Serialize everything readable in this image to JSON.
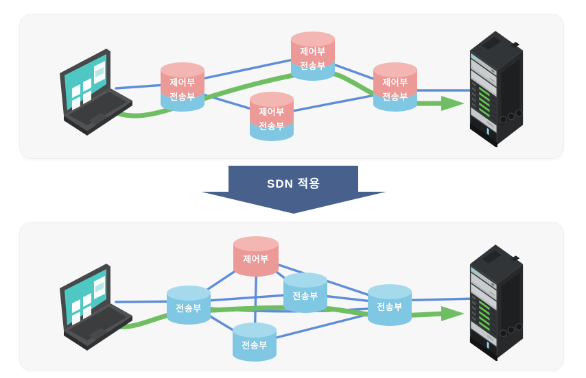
{
  "arrow": {
    "label": "SDN 적용"
  },
  "colors": {
    "panel_bg": "#f7f7f8",
    "line_blue": "#5e8dd8",
    "line_green": "#6fbe62",
    "control_fill": "#ec9a97",
    "control_top": "#f3b6b2",
    "forward_fill": "#7fc7e2",
    "forward_top": "#a5daed",
    "arrow_fill": "#47618c"
  },
  "icons": {
    "laptop": "laptop-icon",
    "server": "server-rack-icon"
  },
  "before": {
    "nodes": [
      {
        "control": "제어부",
        "forward": "전송부"
      },
      {
        "control": "제어부",
        "forward": "전송부"
      },
      {
        "control": "제어부",
        "forward": "전송부"
      },
      {
        "control": "제어부",
        "forward": "전송부"
      }
    ]
  },
  "after": {
    "controller": {
      "label": "제어부"
    },
    "switches": [
      {
        "label": "전송부"
      },
      {
        "label": "전송부"
      },
      {
        "label": "전송부"
      },
      {
        "label": "전송부"
      }
    ]
  }
}
